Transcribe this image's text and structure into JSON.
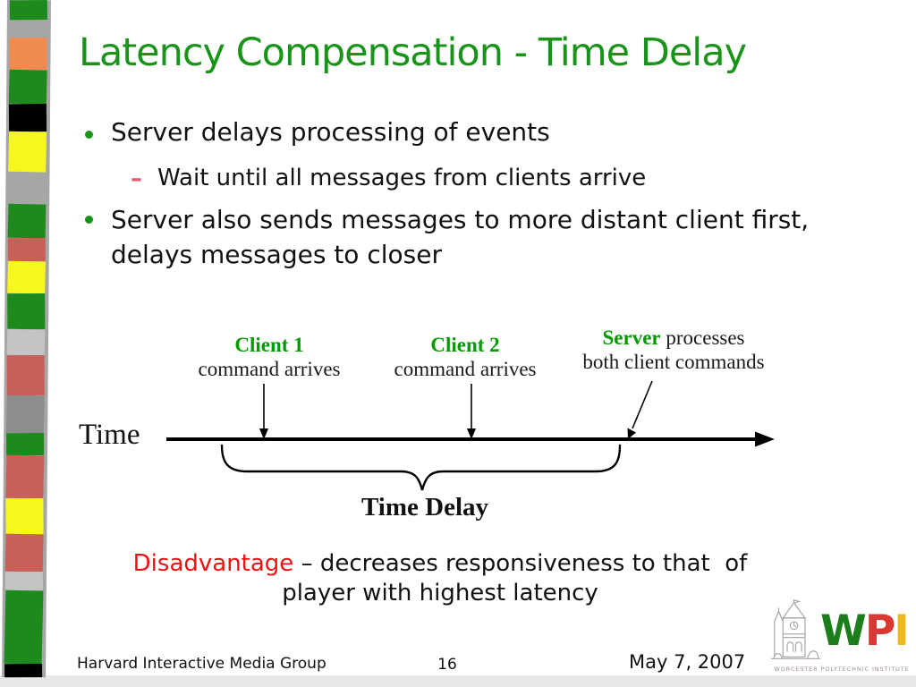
{
  "colors": {
    "title_green": "#189418",
    "label_green": "#009b00",
    "alert_red": "#ee1111",
    "dash_pink": "#e85a70",
    "strip_band": "#a6a6a6"
  },
  "slide": {
    "title": "Latency Compensation - Time Delay",
    "bullets": [
      {
        "level": 1,
        "text": "Server delays processing of events"
      },
      {
        "level": 2,
        "marker": "–",
        "text": "Wait until all messages from clients arrive"
      },
      {
        "level": 1,
        "text": "Server also sends messages to more distant client first, delays messages to closer"
      }
    ]
  },
  "diagram": {
    "events": [
      {
        "name": "Client 1",
        "desc": "command arrives"
      },
      {
        "name": "Client 2",
        "desc": "command arrives"
      },
      {
        "name": "Server",
        "desc": "processes",
        "desc2": "both client commands"
      }
    ],
    "axis_label": "Time",
    "brace_label": "Time Delay"
  },
  "disadvantage": {
    "keyword": "Disadvantage",
    "line1_rest": " – decreases responsiveness to that  of",
    "line2": "player with highest latency"
  },
  "footer": {
    "group": "Harvard Interactive Media Group",
    "page": "16",
    "date": "May 7, 2007"
  },
  "logo": {
    "letters": [
      {
        "char": "W",
        "color": "#1b7e1b"
      },
      {
        "char": "P",
        "color": "#da3832"
      },
      {
        "char": "I",
        "color": "#edba1f"
      }
    ],
    "subtext": "WORCESTER POLYTECHNIC INSTITUTE"
  },
  "strip": {
    "blocks": [
      {
        "color": "#1e8a1e",
        "h": 22
      },
      {
        "color": "transparent",
        "h": 20
      },
      {
        "color": "#ef8b4e",
        "h": 36
      },
      {
        "color": "#1e8a1e",
        "h": 38
      },
      {
        "color": "#000000",
        "h": 31
      },
      {
        "color": "#f7f720",
        "h": 45
      },
      {
        "color": "transparent",
        "h": 36
      },
      {
        "color": "#1e8a1e",
        "h": 38
      },
      {
        "color": "#c96058",
        "h": 26
      },
      {
        "color": "#f7f720",
        "h": 36
      },
      {
        "color": "#1e8a1e",
        "h": 40
      },
      {
        "color": "#c4c4c4",
        "h": 29
      },
      {
        "color": "#c96058",
        "h": 45
      },
      {
        "color": "#8d8d8d",
        "h": 42
      },
      {
        "color": "#1e8a1e",
        "h": 25
      },
      {
        "color": "#c96058",
        "h": 48
      },
      {
        "color": "#f7f720",
        "h": 40
      },
      {
        "color": "#c96058",
        "h": 42
      },
      {
        "color": "#c4c4c4",
        "h": 21
      },
      {
        "color": "#1e8a1e",
        "h": 82
      },
      {
        "color": "#000000",
        "h": 15
      }
    ]
  }
}
